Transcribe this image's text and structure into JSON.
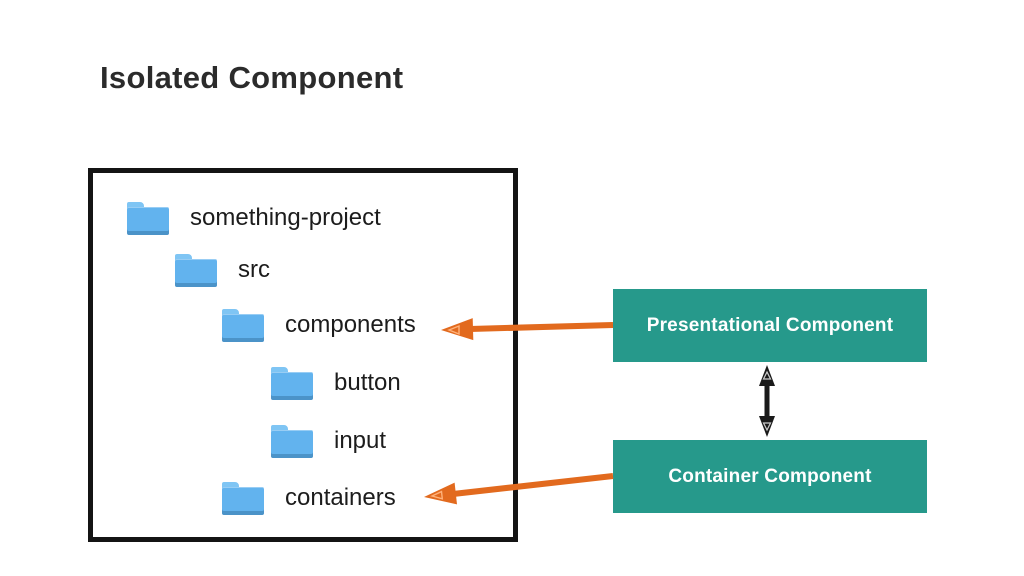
{
  "slide": {
    "title": "Isolated Component"
  },
  "tree": {
    "items": [
      {
        "label": "something-project",
        "icon": "folder-icon"
      },
      {
        "label": "src",
        "icon": "folder-icon"
      },
      {
        "label": "components",
        "icon": "folder-icon"
      },
      {
        "label": "button",
        "icon": "folder-icon"
      },
      {
        "label": "input",
        "icon": "folder-icon"
      },
      {
        "label": "containers",
        "icon": "folder-icon"
      }
    ]
  },
  "diagram": {
    "presentational_box": {
      "label": "Presentational Component"
    },
    "container_box": {
      "label": "Container Component"
    },
    "relations": [
      "presentational-box points to components folder",
      "container-box points to containers folder",
      "presentational-box and container-box linked by double arrow"
    ]
  },
  "colors": {
    "teal": "#26998b",
    "orange": "#e26a1e",
    "folder_blue": "#62b3ee",
    "arrow_black": "#1a1a1a",
    "title_text": "#2b2b2b"
  }
}
